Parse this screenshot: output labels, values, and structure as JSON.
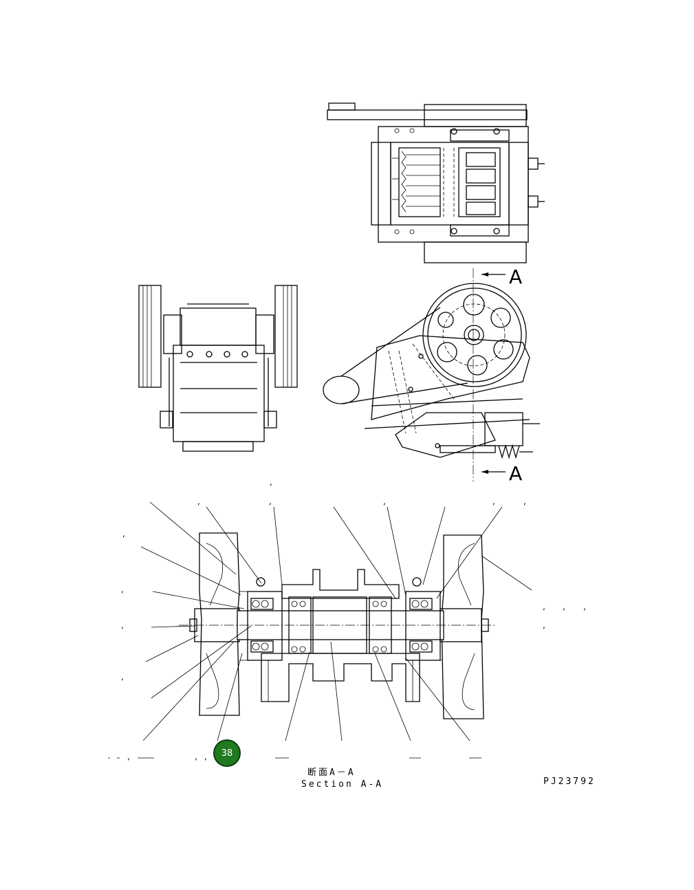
{
  "drawing": {
    "section_marks": [
      "A",
      "A"
    ],
    "caption_jp": "断面A－A",
    "caption_en": "Section A-A",
    "drawing_code": "PJ23792",
    "callout_number": "38"
  }
}
